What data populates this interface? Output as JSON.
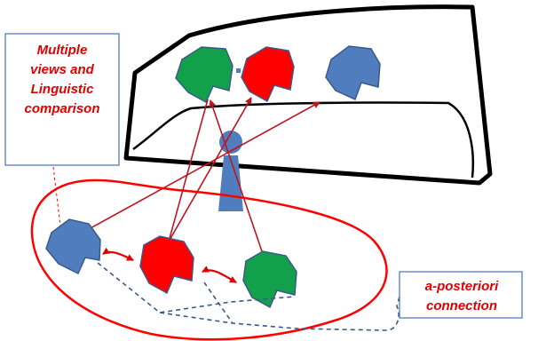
{
  "labels": {
    "multiple_views_line1": "Multiple",
    "multiple_views_line2": "views and",
    "multiple_views_line3": "Linguistic",
    "multiple_views_line4": "comparison",
    "a_posteriori_line1": "a-posteriori",
    "a_posteriori_line2": "connection"
  },
  "colors": {
    "red": "#ff0000",
    "green": "#12a14a",
    "blue": "#4f7dbd",
    "dark_red_line": "#c0141e",
    "dashed_blue": "#3a5a8c",
    "box_border": "#4472c4",
    "frame": "#000000"
  }
}
